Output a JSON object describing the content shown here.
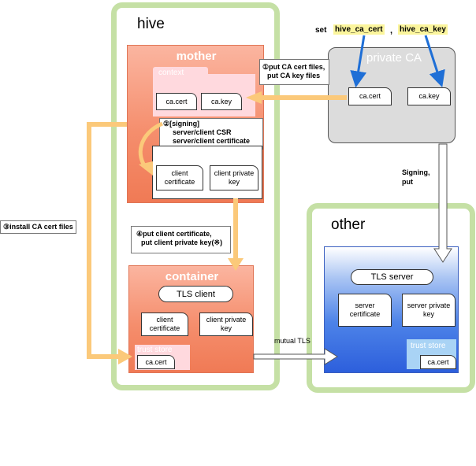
{
  "hive": {
    "title": "hive",
    "mother": {
      "title": "mother",
      "context_label": "context",
      "ca_cert": "ca.cert",
      "ca_key": "ca.key",
      "signing_note": {
        "title": "②[signing]",
        "line1": "server/client CSR",
        "line2": "server/client certificate"
      },
      "client_cert": "client certificate",
      "client_key": "client private key"
    },
    "put_client_note": {
      "line1": "④put client certificate,",
      "line2": "put client private key(※)"
    },
    "container": {
      "title": "container",
      "tls_client": "TLS client",
      "client_cert": "client certificate",
      "client_key": "client private key",
      "trust_store_label": "trust store",
      "trust_ca_cert": "ca.cert"
    }
  },
  "private_ca": {
    "title": "private CA",
    "ca_cert": "ca.cert",
    "ca_key": "ca.key",
    "set_label": "set",
    "var_cert": "hive_ca_cert",
    "comma": ",",
    "var_key": "hive_ca_key"
  },
  "put_ca_note": {
    "line1": "①put CA cert files,",
    "line2": "put CA key files"
  },
  "install_note": "③install CA cert files",
  "signing_put_label": {
    "line1": "Signing,",
    "line2": "put"
  },
  "mutual_tls_label": "mutual TLS",
  "other": {
    "title": "other",
    "tls_server": "TLS server",
    "server_cert": "server certificate",
    "server_key": "server private key",
    "trust_store_label": "trust store",
    "trust_ca_cert": "ca.cert"
  },
  "colors": {
    "group_border": "#c5e0a5",
    "orange_arrow": "#fbc97a",
    "blue_arrow": "#1f6fd6",
    "highlight": "#fbf59c"
  }
}
